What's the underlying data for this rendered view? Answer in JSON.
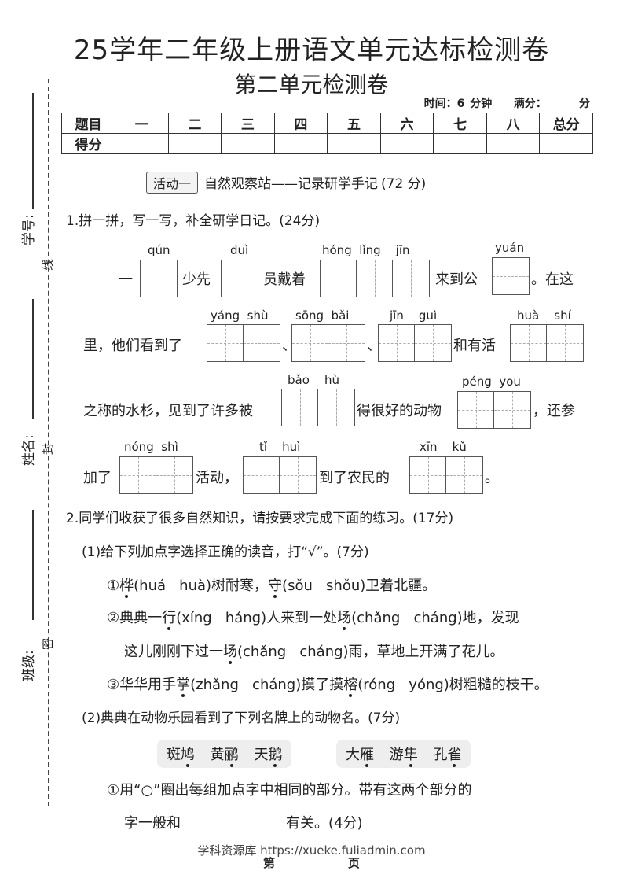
{
  "header": {
    "title": "25学年二年级上册语文单元达标检测卷",
    "subtitle": "第二单元检测卷",
    "time_label": "时间：6 分钟",
    "full_score_label": "满分：",
    "full_score_unit": "分"
  },
  "score_table": {
    "row1": [
      "题目",
      "一",
      "二",
      "三",
      "四",
      "五",
      "六",
      "七",
      "八",
      "总分"
    ],
    "row2_label": "得分"
  },
  "margin": {
    "student_no": "学号:",
    "name": "姓名:",
    "class": "班级:",
    "seal_line": "线",
    "seal_seal": "封",
    "seal_dense": "密"
  },
  "activity": {
    "tag": "活动一",
    "title": "自然观察站——记录研学手记",
    "score": "(72 分)"
  },
  "q1": {
    "title": "1.拼一拼，写一写，补全研学日记。(24分)",
    "line1": {
      "p_qun": "qún",
      "p_dui": "duì",
      "p_honglingjin": "hóng  lǐng    jīn",
      "p_yuan": "yuán",
      "t1": "一",
      "t2": "少先",
      "t3": "员戴着",
      "t4": "来到公",
      "t5": "。在这"
    },
    "line2": {
      "p_yangshu": "yáng  shù",
      "p_songbai": "sōng  bǎi",
      "p_jingui": "jīn    guì",
      "p_huashi": "huà    shí",
      "t1": "里，他们看到了",
      "sep1": "、",
      "sep2": "、",
      "t2": "和有活"
    },
    "line3": {
      "p_baohu": "bǎo    hù",
      "p_pengyou": "péng  you",
      "t1": "之称的水杉，见到了许多被",
      "t2": "得很好的动物",
      "t3": "，还参"
    },
    "line4": {
      "p_nongshi": "nóng  shì",
      "p_tihui": "tǐ    huì",
      "p_xinku": "xīn    kǔ",
      "t1": "加了",
      "t2": "活动，",
      "t3": "到了农民的",
      "t4": "。"
    }
  },
  "q2": {
    "title": "2.同学们收获了很多自然知识，请按要求完成下面的练习。(17分)",
    "sub1": {
      "title": "(1)给下列加点字选择正确的读音，打“√”。(7分)",
      "i1": [
        "①",
        "桦",
        "(huá   huà)树耐寒，",
        "守",
        "(sǒu   shǒu)卫着北疆。"
      ],
      "i2": [
        "②典典一",
        "行",
        "(xíng   háng)人来到一处",
        "场",
        "(chǎng   cháng)地，发现"
      ],
      "i2b": [
        "这儿刚刚下过一",
        "场",
        "(chǎng   cháng)雨，草地上开满了花儿。"
      ],
      "i3": [
        "③华华用手",
        "掌",
        "(zhǎng   cháng)摸了摸",
        "榕",
        "(róng   yóng)树粗糙的枝干。"
      ]
    },
    "sub2": {
      "title": "(2)典典在动物乐园看到了下列名牌上的动物名。(7分)",
      "card1": [
        "斑",
        "鸠",
        "黄",
        "鹂",
        "天",
        "鹅"
      ],
      "card2": [
        "大",
        "雁",
        "游",
        "隼",
        "孔",
        "雀"
      ],
      "i1a": "①用“○”圈出每组加点字中相同的部分。带有这两个部分的",
      "i1b_pre": "字一般和",
      "i1b_post": "有关。(4分)"
    }
  },
  "footer": {
    "watermark": "学科资源库 https://xueke.fuliadmin.com",
    "page": "第    页"
  }
}
